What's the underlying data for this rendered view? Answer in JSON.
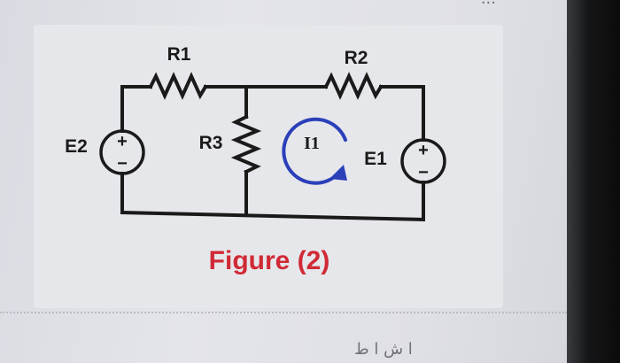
{
  "page": {
    "top_text": "...",
    "bottom_text": "ا ش ا ط"
  },
  "diagram": {
    "title": "Figure (2)",
    "title_color": "#d02a36",
    "wire_color": "#1a1a1a",
    "loop_color": "#2a3fb8",
    "components": {
      "r1": "R1",
      "r2": "R2",
      "r3": "R3",
      "e1": "E1",
      "e2": "E2"
    },
    "loop_current": "I1",
    "source_plus": "+",
    "source_minus": "−"
  }
}
